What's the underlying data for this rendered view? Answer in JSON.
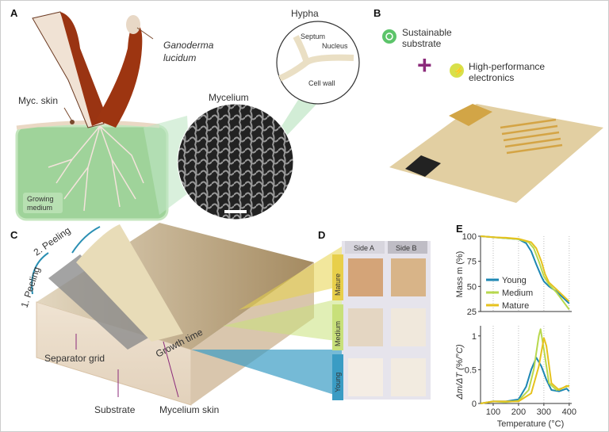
{
  "panels": {
    "A": {
      "letter": "A",
      "species_line1": "Ganoderma",
      "species_line2": "lucidum",
      "myc_skin": "Myc. skin",
      "growing_medium_line1": "Growing",
      "growing_medium_line2": "medium",
      "mycelium": "Mycelium",
      "hypha": "Hypha",
      "septum": "Septum",
      "nucleus": "Nucleus",
      "cell_wall": "Cell wall"
    },
    "B": {
      "letter": "B",
      "substrate_line1": "Sustainable",
      "substrate_line2": "substrate",
      "electronics_line1": "High-performance",
      "electronics_line2": "electronics",
      "plus": "+"
    },
    "C": {
      "letter": "C",
      "peeling1": "1. Peeling",
      "peeling2": "2. Peeling",
      "separator_grid": "Separator grid",
      "substrate": "Substrate",
      "mycelium_skin": "Mycelium skin",
      "growth_time": "Growth time"
    },
    "D": {
      "letter": "D",
      "columns": [
        "Side A",
        "Side B"
      ],
      "rows": [
        "Mature",
        "Medium",
        "Young"
      ]
    },
    "E": {
      "letter": "E"
    }
  },
  "colors": {
    "young": "#1d87b3",
    "medium": "#b8d84e",
    "mature": "#e6c21e",
    "medium_green": "#a8d8a0"
  },
  "chart_data": [
    {
      "type": "line",
      "xlabel": "",
      "ylabel": "Mass m (%)",
      "xlim": [
        50,
        410
      ],
      "ylim": [
        25,
        100
      ],
      "yticks": [
        "25",
        "50",
        "75",
        "100"
      ],
      "xgrid": [
        100,
        200,
        300,
        400
      ],
      "legend": "center-left",
      "series": [
        {
          "name": "Young",
          "x": [
            50,
            100,
            150,
            200,
            230,
            250,
            270,
            290,
            300,
            320,
            350,
            400
          ],
          "y": [
            100,
            99,
            98,
            97,
            93,
            85,
            72,
            60,
            55,
            50,
            45,
            33
          ]
        },
        {
          "name": "Medium",
          "x": [
            50,
            100,
            150,
            200,
            240,
            260,
            280,
            300,
            320,
            350,
            400
          ],
          "y": [
            100,
            99,
            98,
            97,
            94,
            88,
            75,
            60,
            52,
            44,
            27
          ]
        },
        {
          "name": "Mature",
          "x": [
            50,
            100,
            150,
            200,
            250,
            270,
            290,
            305,
            320,
            350,
            400
          ],
          "y": [
            100,
            99,
            98.5,
            97.5,
            94,
            88,
            75,
            62,
            54,
            47,
            35
          ]
        }
      ]
    },
    {
      "type": "line",
      "xlabel": "Temperature (°C)",
      "ylabel": "Δm/ΔT (%/°C)",
      "xlim": [
        50,
        410
      ],
      "ylim": [
        0,
        1.15
      ],
      "xticks": [
        "100",
        "200",
        "300",
        "400"
      ],
      "yticks": [
        "0",
        "0.5",
        "1"
      ],
      "xgrid": [
        100,
        200,
        300,
        400
      ],
      "series": [
        {
          "name": "Young",
          "x": [
            50,
            100,
            150,
            200,
            230,
            250,
            270,
            290,
            310,
            330,
            360,
            390,
            400
          ],
          "y": [
            0,
            0.03,
            0.03,
            0.06,
            0.25,
            0.5,
            0.68,
            0.55,
            0.35,
            0.2,
            0.18,
            0.22,
            0.18
          ]
        },
        {
          "name": "Medium",
          "x": [
            50,
            100,
            150,
            200,
            240,
            260,
            280,
            287,
            300,
            320,
            350,
            390,
            400
          ],
          "y": [
            0,
            0.03,
            0.02,
            0.04,
            0.2,
            0.5,
            1.0,
            1.1,
            0.8,
            0.3,
            0.2,
            0.25,
            0.27
          ]
        },
        {
          "name": "Mature",
          "x": [
            50,
            100,
            200,
            250,
            280,
            300,
            310,
            330,
            360,
            390,
            400
          ],
          "y": [
            0,
            0.03,
            0.03,
            0.15,
            0.55,
            0.97,
            0.85,
            0.3,
            0.2,
            0.26,
            0.25
          ]
        }
      ]
    }
  ]
}
